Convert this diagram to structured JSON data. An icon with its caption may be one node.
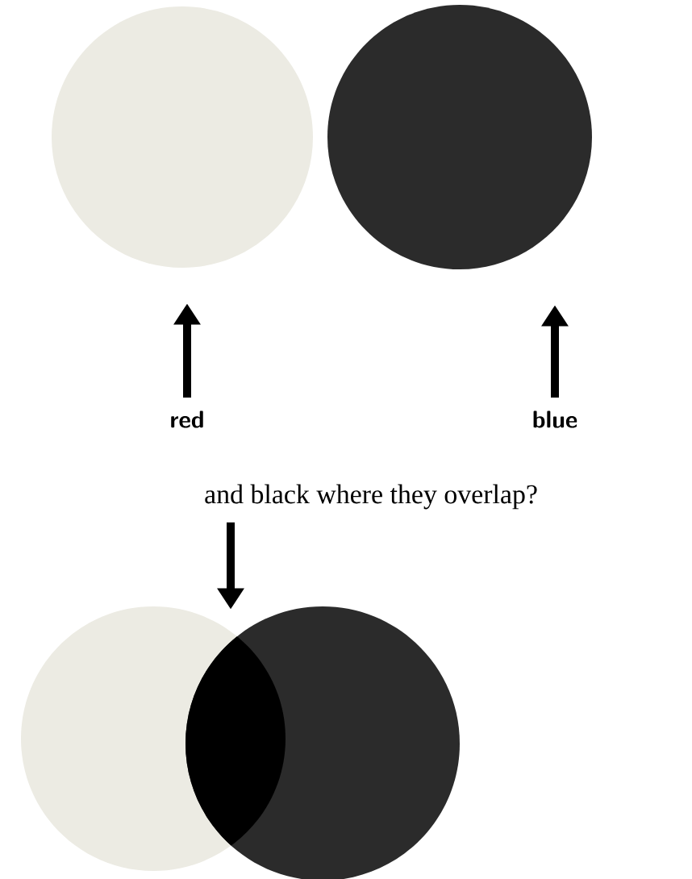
{
  "diagram": {
    "nodes": [
      {
        "text": [],
        "shape": "circle"
      },
      {
        "text": [],
        "shape": "circle"
      },
      {
        "text": [
          "red"
        ]
      },
      {
        "text": [
          "blue"
        ]
      },
      {
        "text": [
          "and black where they overlap?"
        ]
      },
      {
        "text": [],
        "shape": "circle"
      }
    ],
    "edges": [
      {
        "from": 2,
        "to": 0,
        "arrow": "to"
      },
      {
        "from": 3,
        "to": 1,
        "arrow": "to"
      },
      {
        "from": 4,
        "to": 5,
        "arrow": "to"
      }
    ]
  }
}
